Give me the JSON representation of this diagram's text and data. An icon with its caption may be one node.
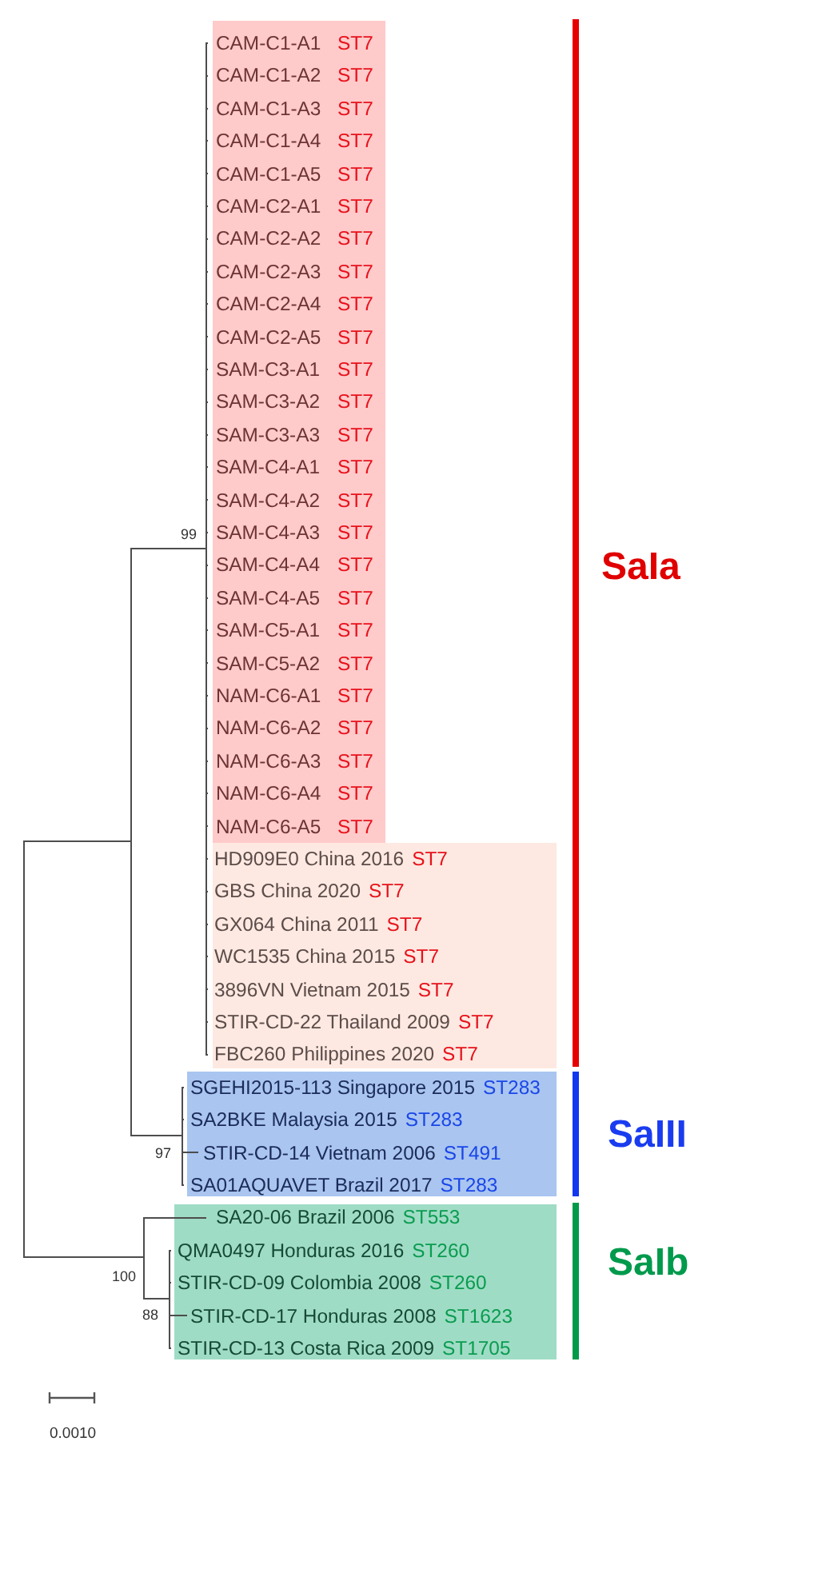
{
  "diagram": {
    "nodes": [
      {
        "text": [
          "99"
        ]
      },
      {
        "text": [],
        "shape": "box"
      },
      {
        "text": [
          "CAM-C1-A1",
          "ST7"
        ],
        "in": 1
      },
      {
        "text": [
          "CAM-C1-A2",
          "ST7"
        ],
        "in": 1
      },
      {
        "text": [
          "CAM-C1-A3",
          "ST7"
        ],
        "in": 1
      },
      {
        "text": [
          "CAM-C1-A4",
          "ST7"
        ],
        "in": 1
      },
      {
        "text": [
          "CAM-C1-A5",
          "ST7"
        ],
        "in": 1
      },
      {
        "text": [
          "CAM-C2-A1",
          "ST7"
        ],
        "in": 1
      },
      {
        "text": [
          "CAM-C2-A2",
          "ST7"
        ],
        "in": 1
      },
      {
        "text": [
          "CAM-C2-A3",
          "ST7"
        ],
        "in": 1
      },
      {
        "text": [
          "CAM-C2-A4",
          "ST7"
        ],
        "in": 1
      },
      {
        "text": [
          "CAM-C2-A5",
          "ST7"
        ],
        "in": 1
      },
      {
        "text": [
          "SAM-C3-A1",
          "ST7"
        ],
        "in": 1
      },
      {
        "text": [
          "SAM-C3-A2",
          "ST7"
        ],
        "in": 1
      },
      {
        "text": [
          "SAM-C3-A3",
          "ST7"
        ],
        "in": 1
      },
      {
        "text": [
          "SAM-C4-A1",
          "ST7"
        ],
        "in": 1
      },
      {
        "text": [
          "SAM-C4-A2",
          "ST7"
        ],
        "in": 1
      },
      {
        "text": [
          "SAM-C4-A3",
          "ST7"
        ],
        "in": 1
      },
      {
        "text": [
          "SAM-C4-A4",
          "ST7"
        ],
        "in": 1
      },
      {
        "text": [
          "SAM-C4-A5",
          "ST7"
        ],
        "in": 1
      },
      {
        "text": [
          "SAM-C5-A1",
          "ST7"
        ],
        "in": 1
      },
      {
        "text": [
          "SAM-C5-A2",
          "ST7"
        ],
        "in": 1
      },
      {
        "text": [
          "NAM-C6-A1",
          "ST7"
        ],
        "in": 1
      },
      {
        "text": [
          "NAM-C6-A2",
          "ST7"
        ],
        "in": 1
      },
      {
        "text": [
          "NAM-C6-A3",
          "ST7"
        ],
        "in": 1
      },
      {
        "text": [
          "NAM-C6-A4",
          "ST7"
        ],
        "in": 1
      },
      {
        "text": [
          "NAM-C6-A5",
          "ST7"
        ],
        "in": 1
      },
      {
        "text": [],
        "shape": "box"
      },
      {
        "text": [
          "HD909E0 China 2016",
          "ST7"
        ],
        "in": 27
      },
      {
        "text": [
          "GBS China 2020",
          "ST7"
        ],
        "in": 27
      },
      {
        "text": [
          "GX064 China 2011",
          "ST7"
        ],
        "in": 27
      },
      {
        "text": [
          "WC1535 China 2015",
          "ST7"
        ],
        "in": 27
      },
      {
        "text": [
          "3896VN Vietnam 2015",
          "ST7"
        ],
        "in": 27
      },
      {
        "text": [
          "STIR-CD-22 Thailand 2009",
          "ST7"
        ],
        "in": 27
      },
      {
        "text": [
          "FBC260 Philippines 2020",
          "ST7"
        ],
        "in": 27
      },
      {
        "text": [
          "97"
        ]
      },
      {
        "text": [],
        "shape": "box"
      },
      {
        "text": [
          "SGEHI2015-113 Singapore 2015",
          "ST283"
        ],
        "in": 36
      },
      {
        "text": [
          "SA2BKE Malaysia 2015",
          "ST283"
        ],
        "in": 36
      },
      {
        "text": [
          "STIR-CD-14 Vietnam 2006",
          "ST491"
        ],
        "in": 36
      },
      {
        "text": [
          "SA01AQUAVET Brazil 2017",
          "ST283"
        ],
        "in": 36
      },
      {
        "text": [
          "100"
        ]
      },
      {
        "text": [],
        "shape": "box"
      },
      {
        "text": [
          "SA20-06 Brazil 2006",
          "ST553"
        ],
        "in": 42
      },
      {
        "text": [
          "88"
        ]
      },
      {
        "text": [
          "QMA0497 Honduras 2016",
          "ST260"
        ],
        "in": 42
      },
      {
        "text": [
          "STIR-CD-09 Colombia 2008",
          "ST260"
        ],
        "in": 42
      },
      {
        "text": [
          "STIR-CD-17 Honduras 2008",
          "ST1623"
        ],
        "in": 42
      },
      {
        "text": [
          "STIR-CD-13 Costa Rica 2009",
          "ST1705"
        ],
        "in": 42
      }
    ],
    "edges": [
      {
        "from": null,
        "to": 0,
        "arrow": "none"
      },
      {
        "from": null,
        "to": 35,
        "arrow": "none"
      },
      {
        "from": null,
        "to": 41,
        "arrow": "none"
      },
      {
        "from": 0,
        "to": 2,
        "arrow": "none"
      },
      {
        "from": 0,
        "to": 3,
        "arrow": "none"
      },
      {
        "from": 0,
        "to": 4,
        "arrow": "none"
      },
      {
        "from": 0,
        "to": 5,
        "arrow": "none"
      },
      {
        "from": 0,
        "to": 6,
        "arrow": "none"
      },
      {
        "from": 0,
        "to": 7,
        "arrow": "none"
      },
      {
        "from": 0,
        "to": 8,
        "arrow": "none"
      },
      {
        "from": 0,
        "to": 9,
        "arrow": "none"
      },
      {
        "from": 0,
        "to": 10,
        "arrow": "none"
      },
      {
        "from": 0,
        "to": 11,
        "arrow": "none"
      },
      {
        "from": 0,
        "to": 12,
        "arrow": "none"
      },
      {
        "from": 0,
        "to": 13,
        "arrow": "none"
      },
      {
        "from": 0,
        "to": 14,
        "arrow": "none"
      },
      {
        "from": 0,
        "to": 15,
        "arrow": "none"
      },
      {
        "from": 0,
        "to": 16,
        "arrow": "none"
      },
      {
        "from": 0,
        "to": 17,
        "arrow": "none"
      },
      {
        "from": 0,
        "to": 18,
        "arrow": "none"
      },
      {
        "from": 0,
        "to": 19,
        "arrow": "none"
      },
      {
        "from": 0,
        "to": 20,
        "arrow": "none"
      },
      {
        "from": 0,
        "to": 21,
        "arrow": "none"
      },
      {
        "from": 0,
        "to": 22,
        "arrow": "none"
      },
      {
        "from": 0,
        "to": 23,
        "arrow": "none"
      },
      {
        "from": 0,
        "to": 24,
        "arrow": "none"
      },
      {
        "from": 0,
        "to": 25,
        "arrow": "none"
      },
      {
        "from": 0,
        "to": 26,
        "arrow": "none"
      },
      {
        "from": 0,
        "to": 28,
        "arrow": "none"
      },
      {
        "from": 0,
        "to": 29,
        "arrow": "none"
      },
      {
        "from": 0,
        "to": 30,
        "arrow": "none"
      },
      {
        "from": 0,
        "to": 31,
        "arrow": "none"
      },
      {
        "from": 0,
        "to": 32,
        "arrow": "none"
      },
      {
        "from": 0,
        "to": 33,
        "arrow": "none"
      },
      {
        "from": 0,
        "to": 34,
        "arrow": "none"
      },
      {
        "from": 35,
        "to": 37,
        "arrow": "none"
      },
      {
        "from": 35,
        "to": 38,
        "arrow": "none"
      },
      {
        "from": 35,
        "to": 39,
        "arrow": "none"
      },
      {
        "from": 35,
        "to": 40,
        "arrow": "none"
      },
      {
        "from": 41,
        "to": 43,
        "arrow": "none"
      },
      {
        "from": 41,
        "to": 44,
        "arrow": "none"
      },
      {
        "from": 44,
        "to": 45,
        "arrow": "none"
      },
      {
        "from": 44,
        "to": 46,
        "arrow": "none"
      },
      {
        "from": 44,
        "to": 47,
        "arrow": "none"
      },
      {
        "from": 44,
        "to": 48,
        "arrow": "none"
      }
    ],
    "labels": [
      "SaIa",
      "SaIII",
      "SaIb",
      "0.0010"
    ]
  }
}
